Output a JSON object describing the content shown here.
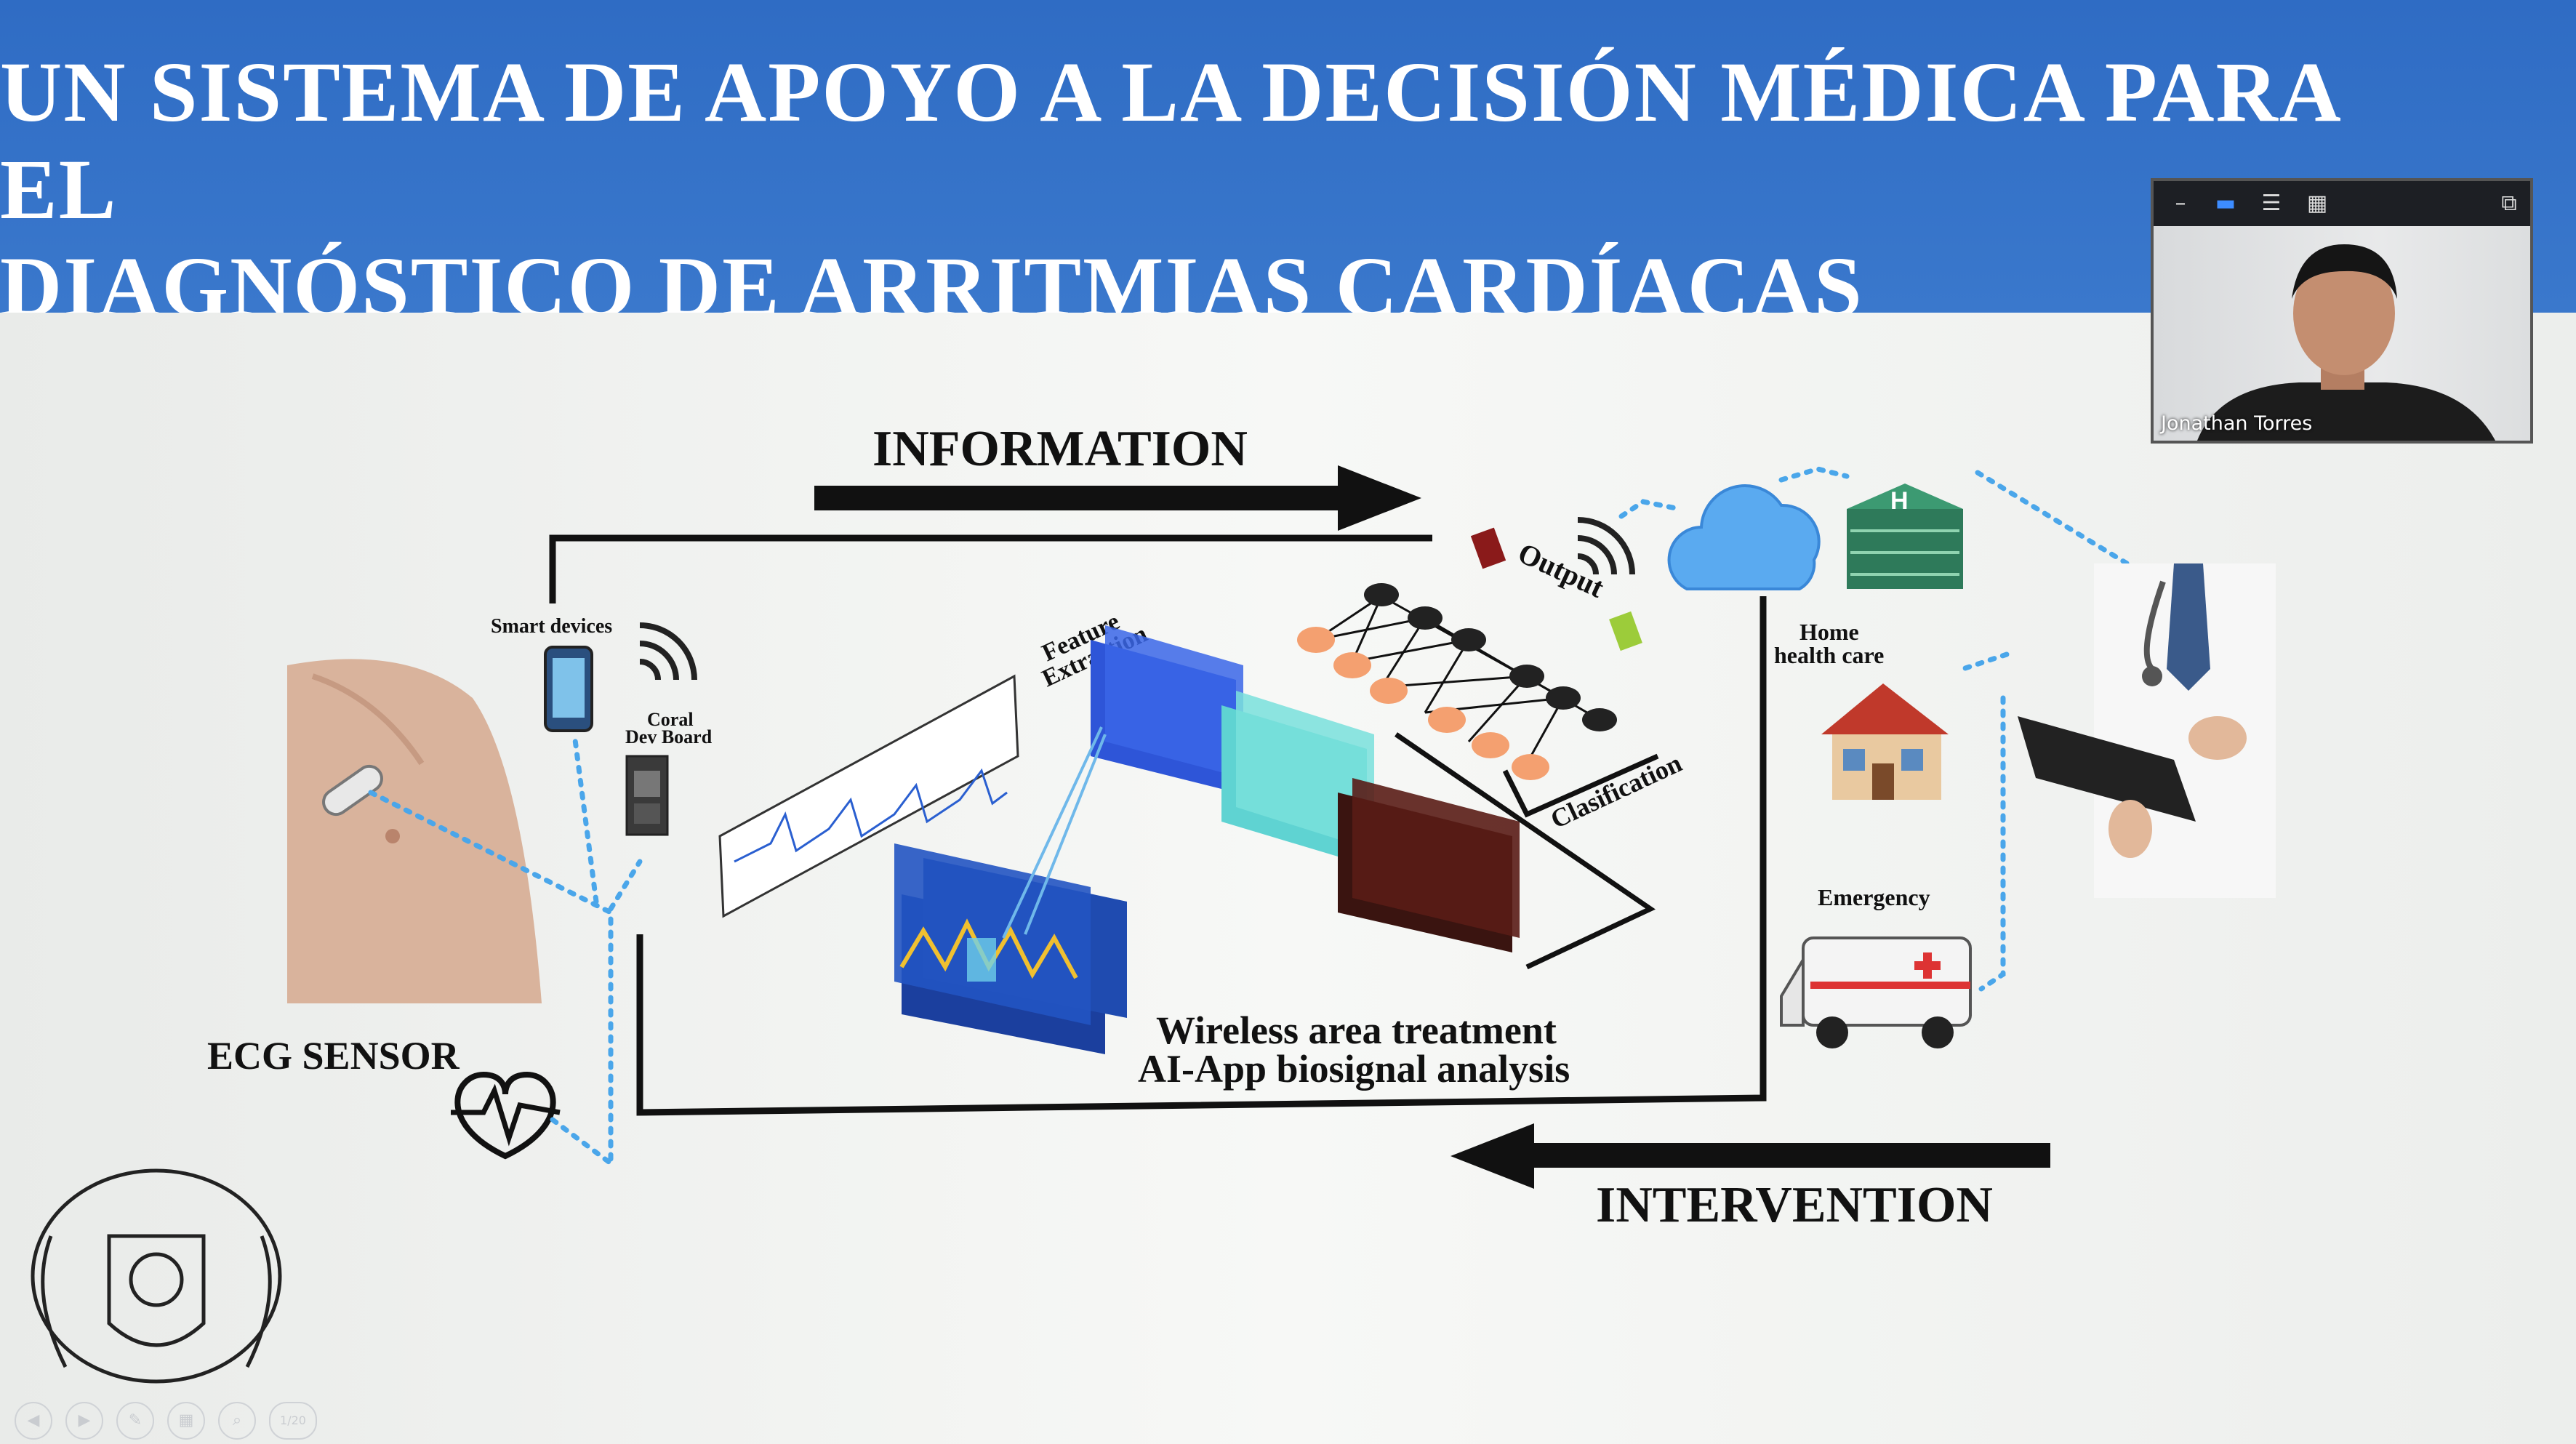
{
  "slide": {
    "title_line1": "UN SISTEMA DE APOYO A LA DECISIÓN MÉDICA PARA EL",
    "title_line2": "DIAGNÓSTICO DE ARRITMIAS CARDÍACAS"
  },
  "diagram": {
    "information": "INFORMATION",
    "intervention": "INTERVENTION",
    "ecg_sensor": "ECG SENSOR",
    "smart_devices": "Smart devices",
    "coral_line1": "Coral",
    "coral_line2": "Dev Board",
    "feature_line1": "Feature",
    "feature_line2": "Extraction",
    "output": "Output",
    "clasification": "Clasification",
    "home_line1": "Home",
    "home_line2": "health care",
    "emergency": "Emergency",
    "wireless_line1": "Wireless area treatment",
    "wireless_line2": "AI-App  biosignal analysis"
  },
  "video": {
    "participant": "Jonathan Torres"
  },
  "controls": {
    "counter": "1/20"
  },
  "colors": {
    "header_blue": "#3574c8",
    "dotted_blue": "#4aa6ea",
    "arrow_black": "#111111"
  },
  "icons": [
    "heart-pulse-icon",
    "cloud-icon",
    "wifi-signal-icon",
    "hospital-icon",
    "house-icon",
    "ambulance-icon",
    "smartphone-icon",
    "board-icon",
    "crest-icon"
  ]
}
